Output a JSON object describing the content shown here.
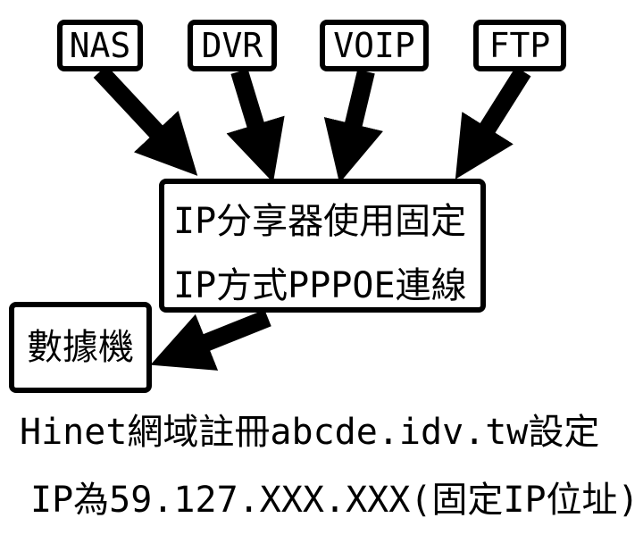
{
  "devices": [
    {
      "id": "nas",
      "label": "NAS"
    },
    {
      "id": "dvr",
      "label": "DVR"
    },
    {
      "id": "voip",
      "label": "VOIP"
    },
    {
      "id": "ftp",
      "label": "FTP"
    }
  ],
  "router": {
    "line1": "IP分享器使用固定",
    "line2": "IP方式PPPOE連線"
  },
  "modem": {
    "label": "數據機"
  },
  "captions": {
    "line1": "Hinet網域註冊abcde.idv.tw設定",
    "line2": "IP為59.127.XXX.XXX(固定IP位址)"
  },
  "colors": {
    "stroke": "#000000",
    "background": "#ffffff"
  }
}
